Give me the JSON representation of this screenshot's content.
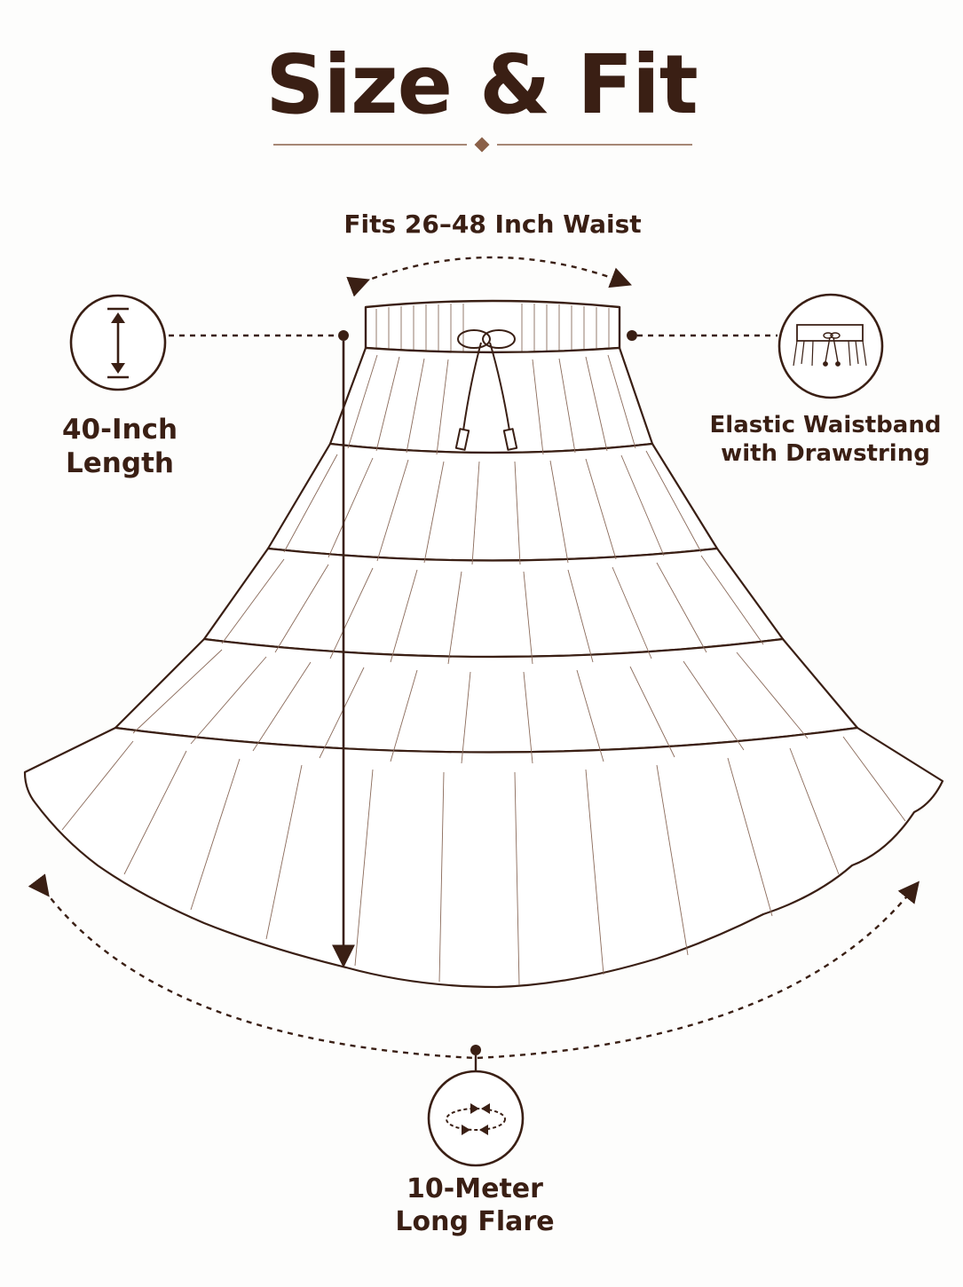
{
  "title": "Size & Fit",
  "features": {
    "waist": "Fits 26–48 Inch Waist",
    "length": {
      "line1": "40-Inch",
      "line2": "Length"
    },
    "waistband": {
      "line1": "Elastic Waistband",
      "line2": "with Drawstring"
    },
    "flare": {
      "line1": "10-Meter",
      "line2": "Long Flare"
    }
  },
  "icons": {
    "length": "vertical-measure-icon",
    "waistband": "waistband-drawstring-icon",
    "flare": "circular-arrows-icon"
  },
  "colors": {
    "ink": "#3a1f14",
    "accent": "#8a6048",
    "background": "#fdfdfc"
  }
}
